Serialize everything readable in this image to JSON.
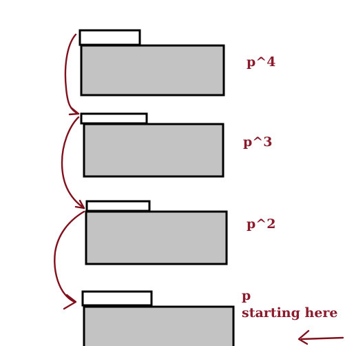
{
  "colors": {
    "stroke": "#000000",
    "block_fill": "#c3c3c3",
    "tab_fill": "#ffffff",
    "arrow": "#80101c",
    "text": "#8b1a2c"
  },
  "labels": {
    "p4": "p^4",
    "p3": "p^3",
    "p2": "p^2",
    "p": "p",
    "start": "starting here"
  }
}
